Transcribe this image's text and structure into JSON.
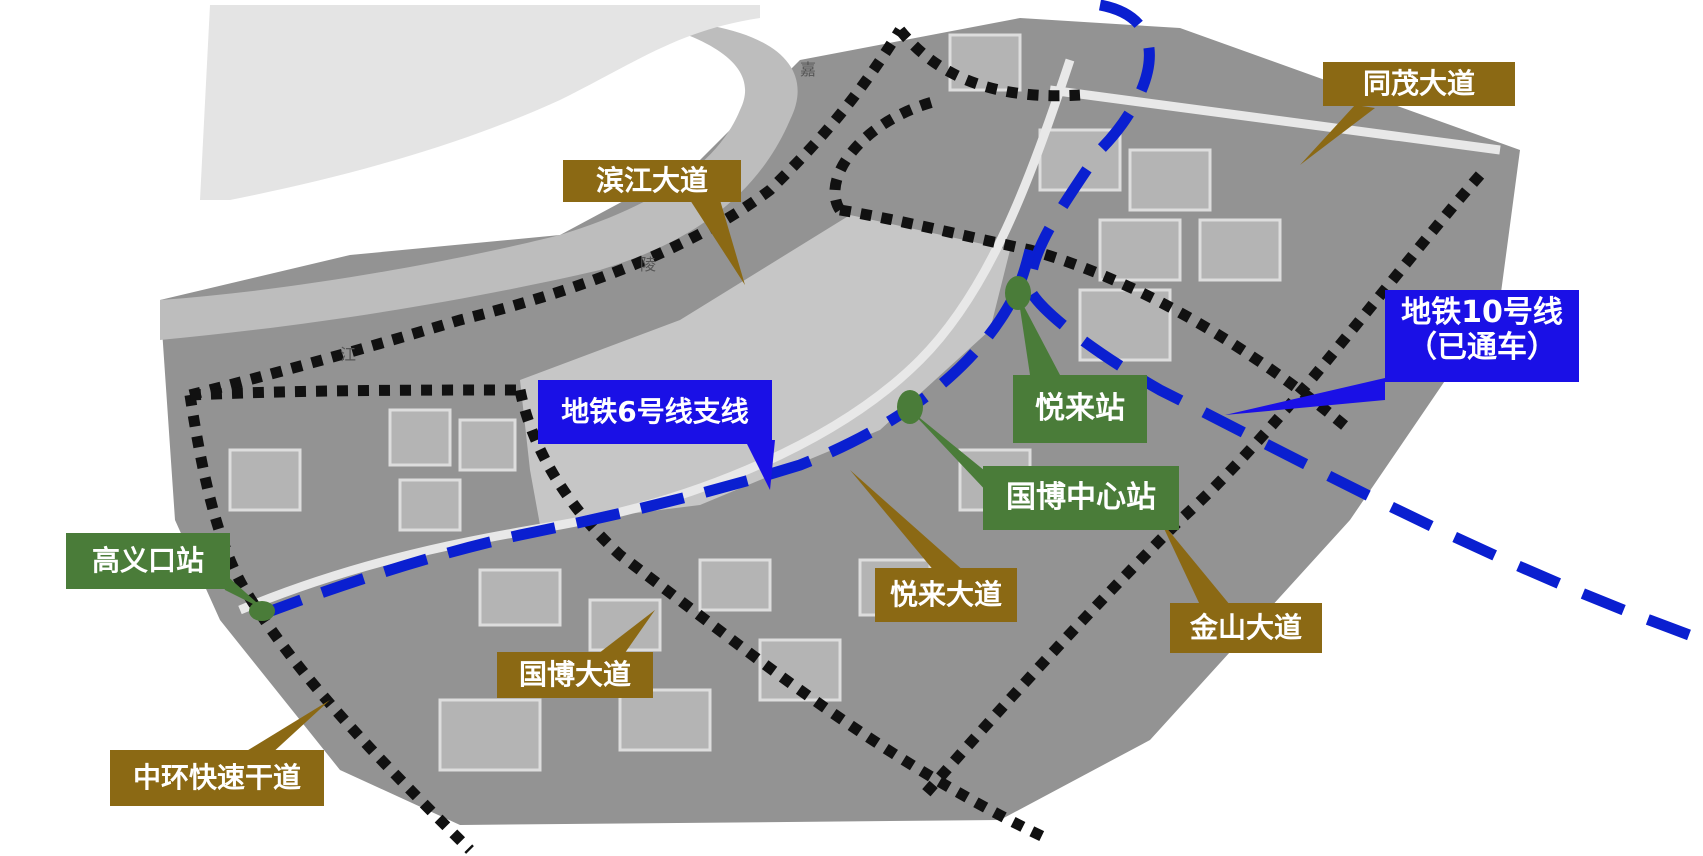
{
  "colors": {
    "road_label_bg": "#8B6914",
    "station_label_bg": "#4A7C39",
    "metro_label_bg": "#1A10E6",
    "metro_line": "#0A1FD0",
    "road_dots": "#111111",
    "map_base": "#8a8a8a",
    "river": "#bcbcbc"
  },
  "roads": {
    "binjiang": "滨江大道",
    "tongmao": "同茂大道",
    "yuelai": "悦来大道",
    "guobo": "国博大道",
    "jinshan": "金山大道",
    "zhonghuan": "中环快速干道"
  },
  "stations": {
    "gaoyikou": "高义口站",
    "yuelai": "悦来站",
    "guobo_center": "国博中心站"
  },
  "metro": {
    "line6_branch": "地铁6号线支线",
    "line10_name": "地铁10号线",
    "line10_status": "（已通车）"
  },
  "map_text": {
    "river_chars": [
      "嘉",
      "陵",
      "江"
    ]
  }
}
